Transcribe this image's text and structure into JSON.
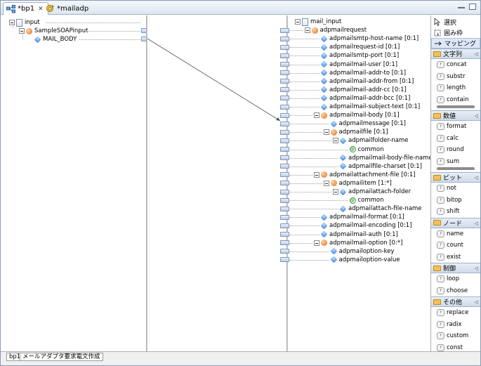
{
  "tabs": [
    {
      "label": "*bp1",
      "active": true
    },
    {
      "label": "*mailadp",
      "active": false
    }
  ],
  "left_tree": [
    {
      "label": "input",
      "level": 0,
      "icon": "document-icon"
    },
    {
      "label": "SampleSOAPinput",
      "level": 1,
      "icon": "element-orange-icon"
    },
    {
      "label": "MAIL_BODY",
      "level": 2,
      "icon": "element-blue-icon"
    }
  ],
  "right_tree": [
    {
      "label": "mail_input",
      "level": 0,
      "icon": "document-icon"
    },
    {
      "label": "adpmailrequest",
      "level": 1,
      "icon": "element-orange-icon"
    },
    {
      "label": "adpmailsmtp-host-name [0:1]",
      "level": 2,
      "icon": "element-blue-icon"
    },
    {
      "label": "adpmailrequest-id [0:1]",
      "level": 2,
      "icon": "element-blue-icon"
    },
    {
      "label": "adpmailsmtp-port [0:1]",
      "level": 2,
      "icon": "element-blue-icon"
    },
    {
      "label": "adpmailmail-user [0:1]",
      "level": 2,
      "icon": "element-blue-icon"
    },
    {
      "label": "adpmailmail-addr-to [0:1]",
      "level": 2,
      "icon": "element-blue-icon"
    },
    {
      "label": "adpmailmail-addr-from [0:1]",
      "level": 2,
      "icon": "element-blue-icon"
    },
    {
      "label": "adpmailmail-addr-cc [0:1]",
      "level": 2,
      "icon": "element-blue-icon"
    },
    {
      "label": "adpmailmail-addr-bcc [0:1]",
      "level": 2,
      "icon": "element-blue-icon"
    },
    {
      "label": "adpmailmail-subject-text [0:1]",
      "level": 2,
      "icon": "element-blue-icon"
    },
    {
      "label": "adpmailmail-body [0:1]",
      "level": 2,
      "icon": "element-orange-icon"
    },
    {
      "label": "adpmailmessage [0:1]",
      "level": 3,
      "icon": "element-blue-icon"
    },
    {
      "label": "adpmailfile [0:1]",
      "level": 3,
      "icon": "element-orange-icon"
    },
    {
      "label": "adpmailfolder-name",
      "level": 4,
      "icon": "element-blue-icon"
    },
    {
      "label": "common",
      "level": 5,
      "icon": "attribute-icon"
    },
    {
      "label": "adpmailmail-body-file-name",
      "level": 4,
      "icon": "element-blue-icon"
    },
    {
      "label": "adpmailfile-charset [0:1]",
      "level": 4,
      "icon": "element-blue-icon"
    },
    {
      "label": "adpmailattachment-file [0:1]",
      "level": 2,
      "icon": "element-orange-icon"
    },
    {
      "label": "adpmailitem [1:*]",
      "level": 3,
      "icon": "element-orange-icon"
    },
    {
      "label": "adpmailattach-folder",
      "level": 4,
      "icon": "element-blue-icon"
    },
    {
      "label": "common",
      "level": 5,
      "icon": "attribute-icon"
    },
    {
      "label": "adpmailattach-file-name",
      "level": 4,
      "icon": "element-blue-icon"
    },
    {
      "label": "adpmailmail-format [0:1]",
      "level": 2,
      "icon": "element-blue-icon"
    },
    {
      "label": "adpmailmail-encoding [0:1]",
      "level": 2,
      "icon": "element-blue-icon"
    },
    {
      "label": "adpmailmail-auth [0:1]",
      "level": 2,
      "icon": "element-blue-icon"
    },
    {
      "label": "adpmailmail-option [0:*]",
      "level": 2,
      "icon": "element-orange-icon"
    },
    {
      "label": "adpmailoption-key",
      "level": 3,
      "icon": "element-blue-icon"
    },
    {
      "label": "adpmailoption-value",
      "level": 3,
      "icon": "element-blue-icon"
    }
  ],
  "palette": {
    "tools": [
      {
        "label": "選択",
        "icon": "arrow-cursor-icon"
      },
      {
        "label": "囲み枠",
        "icon": "marquee-icon"
      },
      {
        "label": "マッピング",
        "icon": "mapping-arrow-icon",
        "selected": true
      }
    ],
    "drawers": [
      {
        "label": "文字列",
        "items": [
          "concat",
          "substr",
          "length",
          "contain"
        ]
      },
      {
        "label": "数値",
        "items": [
          "format",
          "calc",
          "round",
          "sum"
        ]
      },
      {
        "label": "ビット",
        "items": [
          "not",
          "bitop",
          "shift"
        ]
      },
      {
        "label": "ノード",
        "items": [
          "name",
          "count",
          "exist"
        ]
      },
      {
        "label": "制御",
        "items": [
          "loop",
          "choose"
        ]
      },
      {
        "label": "その他",
        "items": [
          "replace",
          "radix",
          "custom",
          "const"
        ]
      }
    ]
  },
  "bottom_tabs": [
    "bp1",
    "メールアダプタ要求電文作成"
  ],
  "colors": {
    "accent": "#2d6fd1",
    "border": "#8a9bb5"
  }
}
